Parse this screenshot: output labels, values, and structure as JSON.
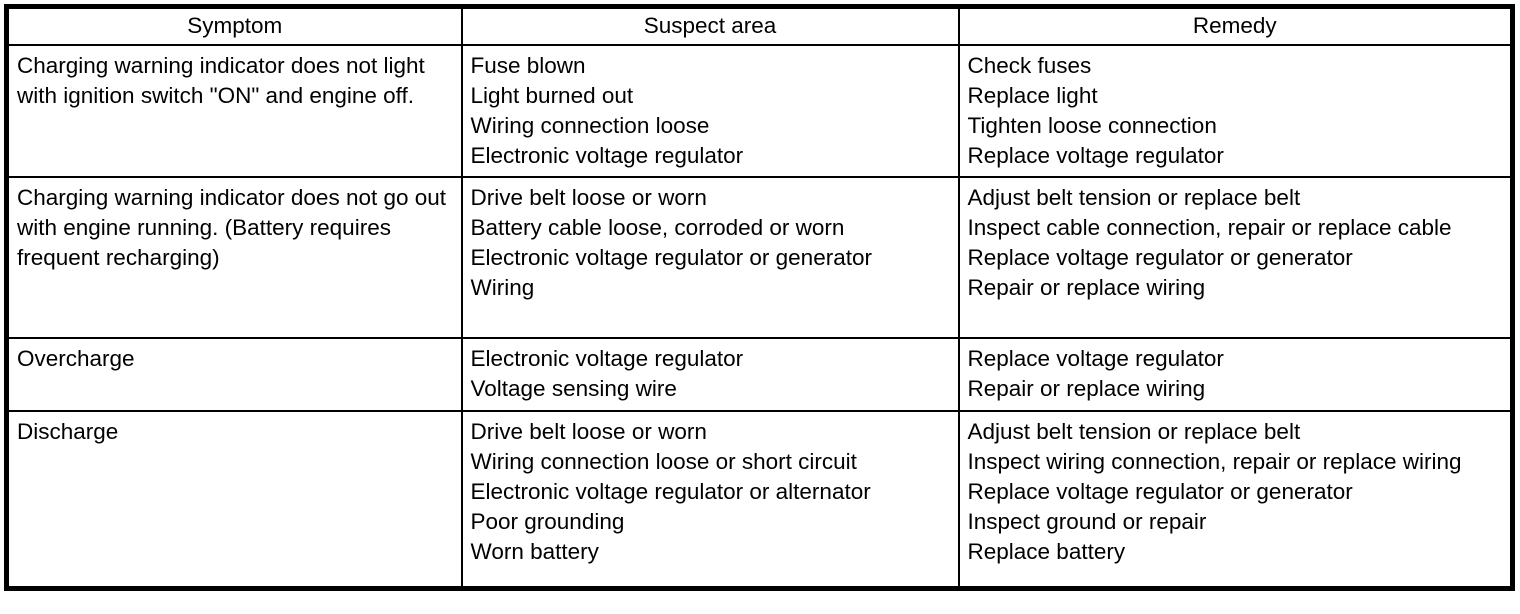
{
  "colors": {
    "border": "#000000",
    "background": "#ffffff",
    "text": "#000000"
  },
  "table": {
    "headers": {
      "symptom": "Symptom",
      "suspect_area": "Suspect area",
      "remedy": "Remedy"
    },
    "rows": [
      {
        "symptom": "Charging warning indicator does not light with ignition switch \"ON\" and engine off.",
        "suspect_areas": [
          "Fuse blown",
          "Light burned out",
          "Wiring connection loose",
          "Electronic voltage regulator"
        ],
        "remedies": [
          "Check fuses",
          "Replace light",
          "Tighten loose connection",
          "Replace voltage regulator"
        ]
      },
      {
        "symptom": "Charging warning indicator does not go out with engine running. (Battery requires frequent recharging)",
        "suspect_areas": [
          "Drive belt loose or worn",
          "Battery cable loose, corroded or worn",
          "Electronic voltage regulator or generator",
          "Wiring"
        ],
        "remedies": [
          "Adjust belt tension or replace belt",
          "Inspect cable connection, repair or replace cable",
          "Replace voltage regulator or generator",
          "Repair or replace wiring"
        ]
      },
      {
        "symptom": "Overcharge",
        "suspect_areas": [
          "Electronic voltage regulator",
          "Voltage sensing wire"
        ],
        "remedies": [
          "Replace voltage regulator",
          "Repair or replace wiring"
        ]
      },
      {
        "symptom": "Discharge",
        "suspect_areas": [
          "Drive belt loose or worn",
          "Wiring connection loose or short circuit",
          "Electronic voltage regulator or alternator",
          "Poor grounding",
          "Worn battery"
        ],
        "remedies": [
          "Adjust belt tension or replace belt",
          "Inspect wiring connection, repair or replace wiring",
          "Replace voltage regulator or generator",
          "Inspect ground or repair",
          "Replace battery"
        ]
      }
    ]
  }
}
